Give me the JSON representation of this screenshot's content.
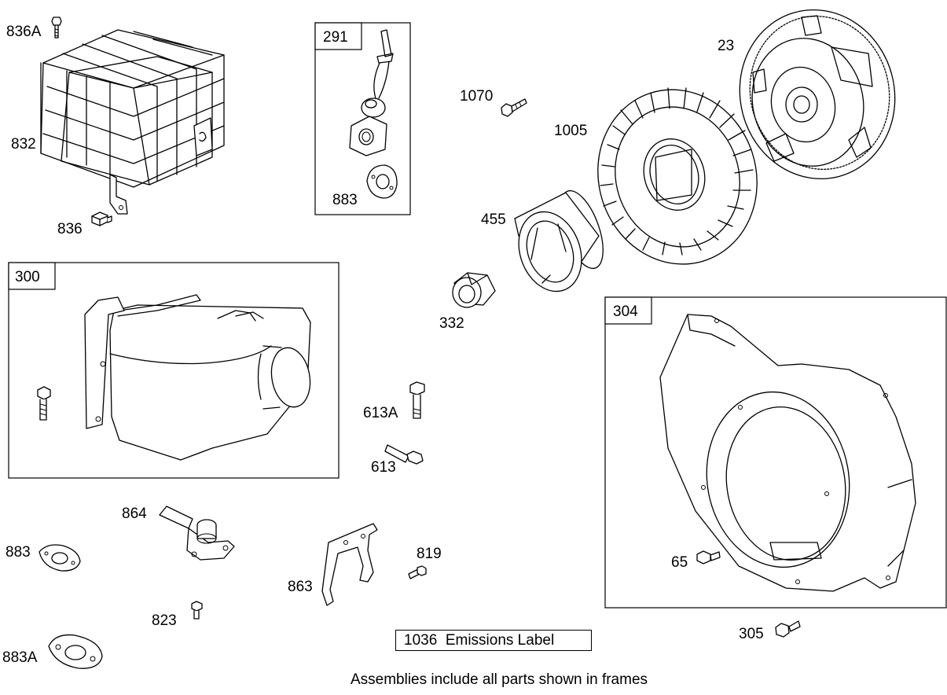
{
  "labels": {
    "p836A": "836A",
    "p832": "832",
    "p836": "836",
    "p291": "291",
    "p883_frame": "883",
    "p1070": "1070",
    "p1005": "1005",
    "p23": "23",
    "p455": "455",
    "p300": "300",
    "p332": "332",
    "p304": "304",
    "p613A": "613A",
    "p613": "613",
    "p864": "864",
    "p883": "883",
    "p819": "819",
    "p863": "863",
    "p65": "65",
    "p823": "823",
    "p305": "305",
    "p883A": "883A"
  },
  "emissions_label": "1036  Emissions Label",
  "footer_note": "Assemblies include all parts shown in frames"
}
